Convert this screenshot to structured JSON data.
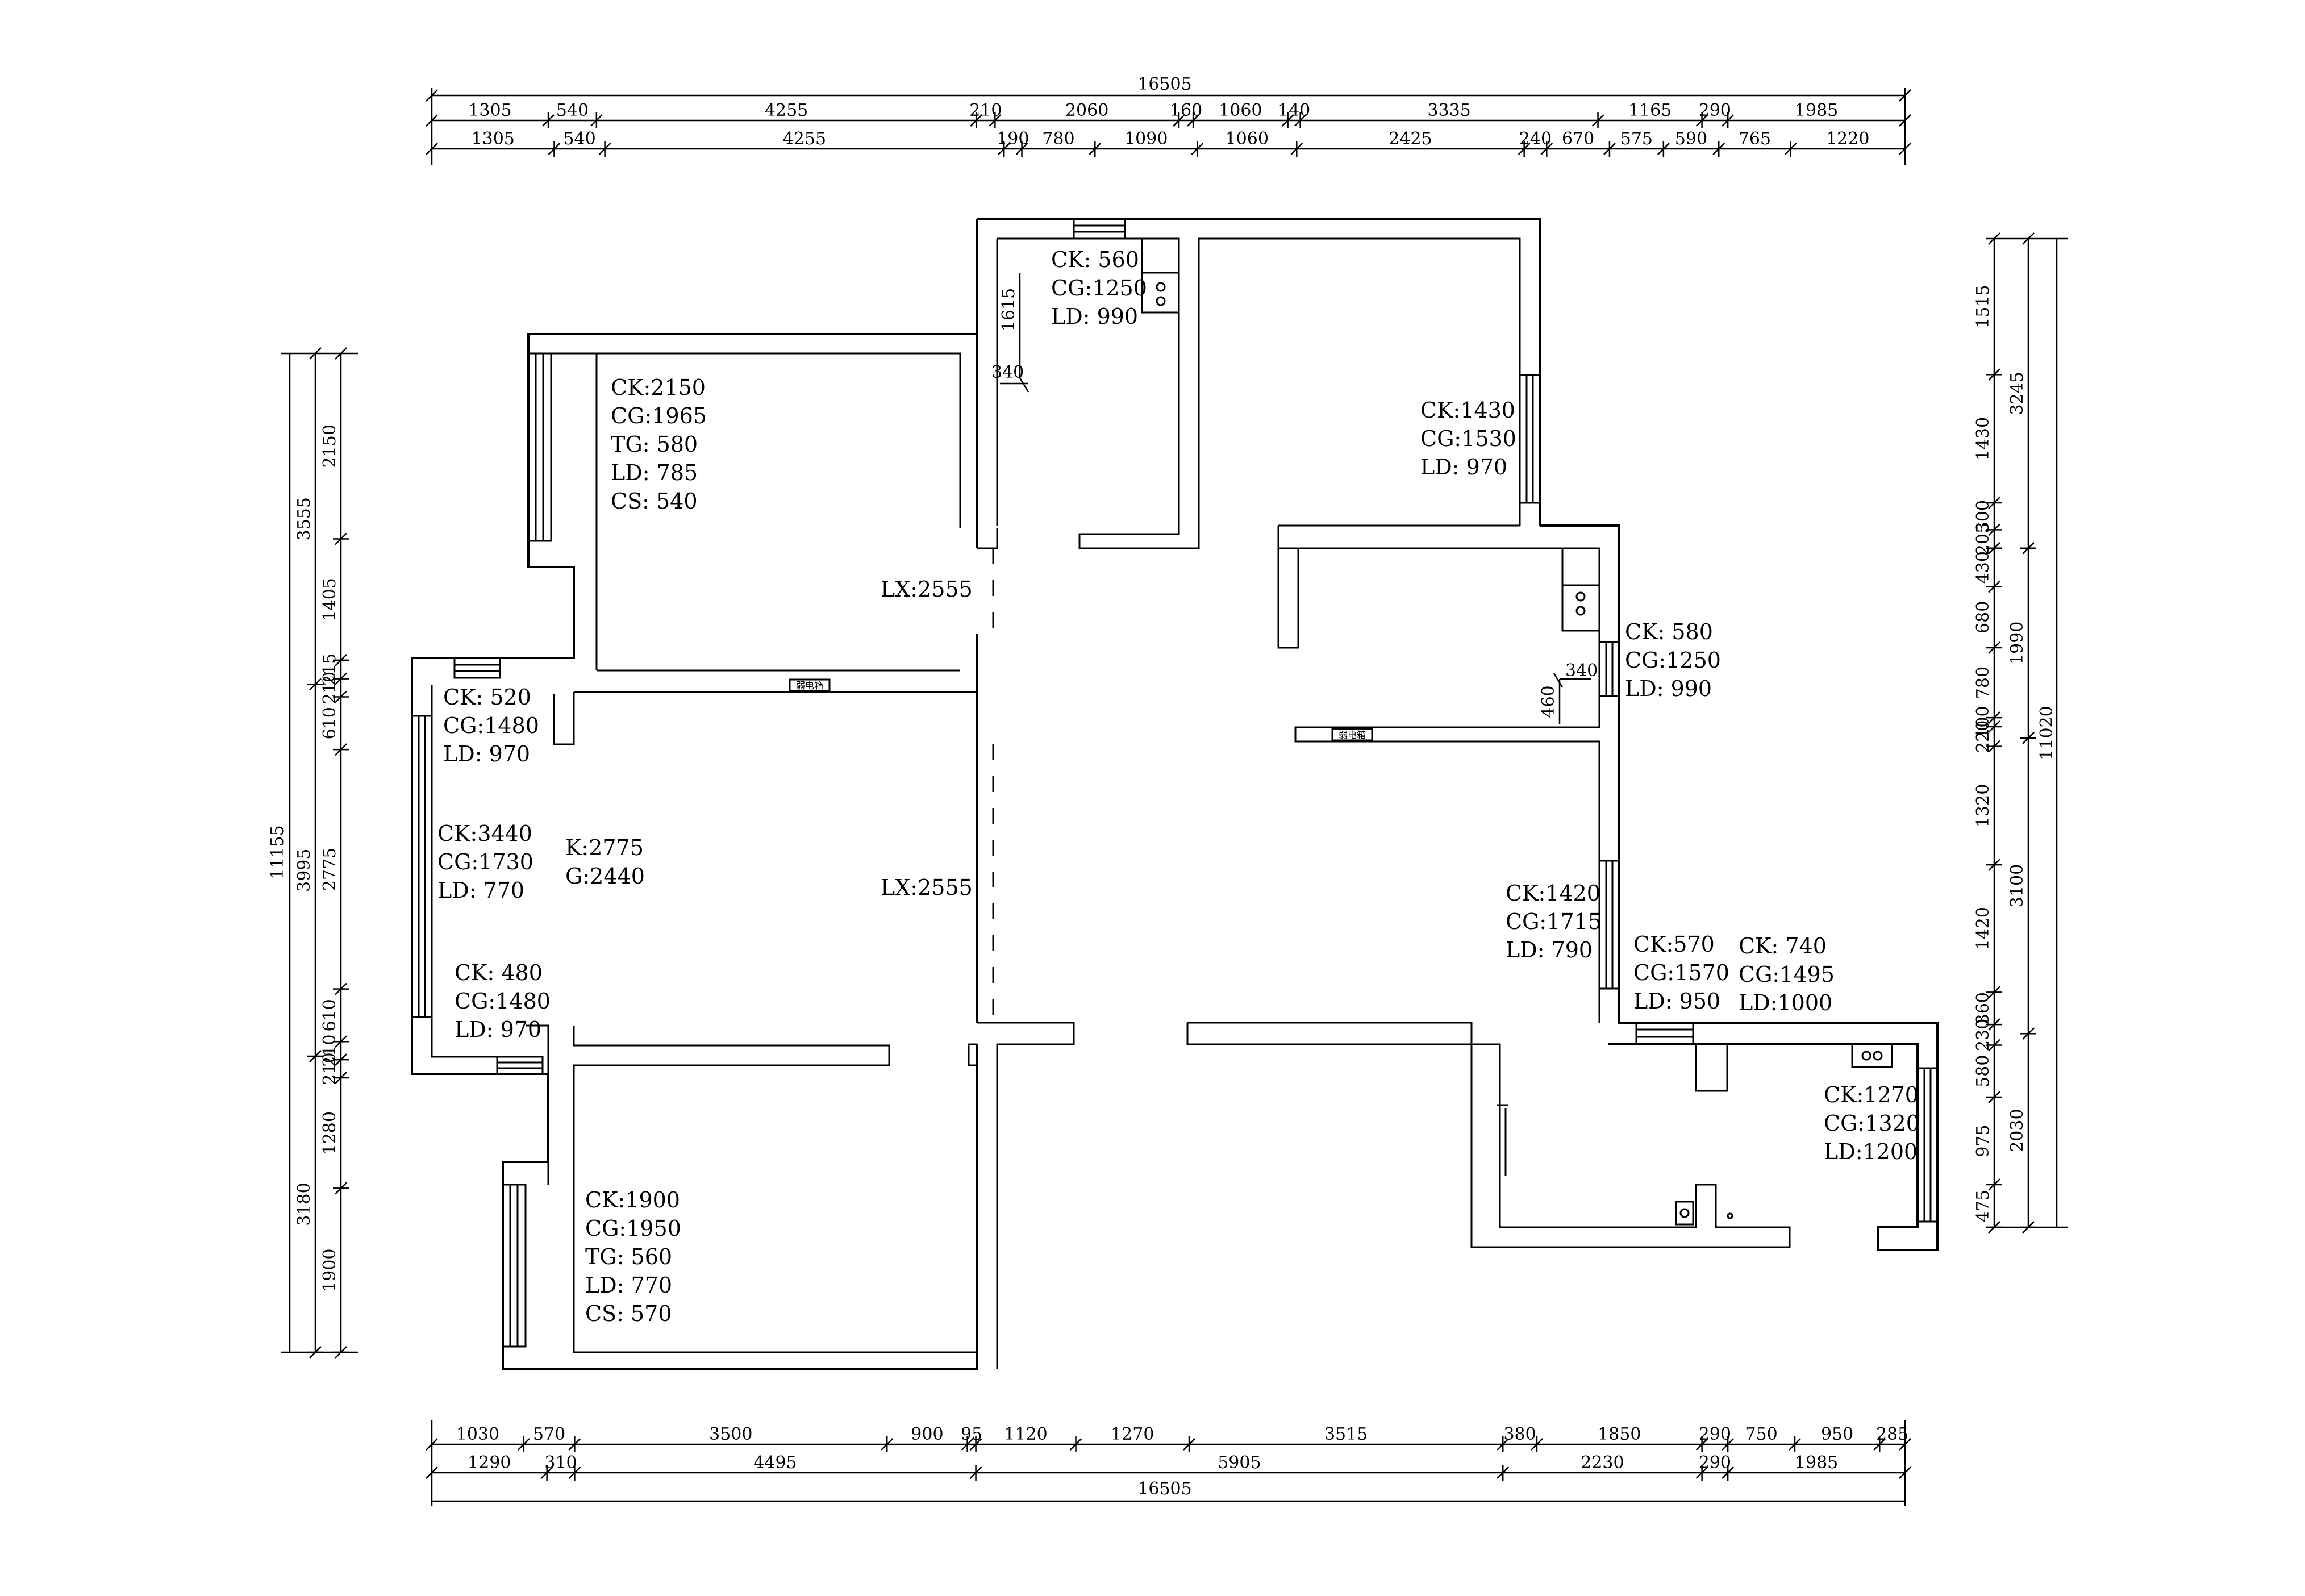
{
  "dims": {
    "top_total": "16505",
    "top_row1": [
      "1305",
      "540",
      "4255",
      "210",
      "2060",
      "160",
      "1060",
      "140",
      "3335",
      "1165",
      "290",
      "1985"
    ],
    "top_row2": [
      "1305",
      "540",
      "4255",
      "190",
      "780",
      "1090",
      "1060",
      "2425",
      "240",
      "670",
      "575",
      "590",
      "765",
      "1220"
    ],
    "bottom_row1": [
      "1030",
      "570",
      "3500",
      "900",
      "95",
      "1120",
      "1270",
      "3515",
      "380",
      "1850",
      "290",
      "750",
      "950",
      "285"
    ],
    "bottom_row2": [
      "1290",
      "310",
      "4495",
      "5905",
      "2230",
      "290",
      "1985"
    ],
    "bottom_total": "16505",
    "left_total": "11155",
    "left_group": [
      "3555",
      "3995",
      "3180"
    ],
    "left_detail": [
      "2150",
      "1405",
      "215",
      "210",
      "610",
      "2775",
      "610",
      "210",
      "210",
      "1280",
      "1900"
    ],
    "right_total": "11020",
    "right_group": [
      "3245",
      "1990",
      "3100",
      "2030"
    ],
    "right_detail": [
      "1515",
      "1430",
      "300",
      "205",
      "430",
      "680",
      "780",
      "100",
      "220",
      "1320",
      "1420",
      "360",
      "230",
      "580",
      "975",
      "475"
    ],
    "inner": [
      "1615",
      "340",
      "340",
      "460"
    ]
  },
  "rooms": {
    "bedroom_top_left": [
      "CK:2150",
      "CG:1965",
      "TG: 580",
      "LD: 785",
      "CS: 540"
    ],
    "bath_top": [
      "CK: 560",
      "CG:1250",
      "LD: 990"
    ],
    "bedroom_top_right": [
      "CK:1430",
      "CG:1530",
      "LD: 970"
    ],
    "bath_right": [
      "CK: 580",
      "CG:1250",
      "LD: 990"
    ],
    "left_small_top": [
      "CK: 520",
      "CG:1480",
      "LD: 970"
    ],
    "left_window_bay": [
      "CK:3440",
      "CG:1730",
      "LD: 770"
    ],
    "study_kg": [
      "K:2775",
      "G:2440"
    ],
    "left_small_bottom": [
      "CK: 480",
      "CG:1480",
      "LD: 970"
    ],
    "bedroom_bottom_left": [
      "CK:1900",
      "CG:1950",
      "TG: 560",
      "LD: 770",
      "CS: 570"
    ],
    "living_right": [
      "CK:1420",
      "CG:1715",
      "LD: 790"
    ],
    "kitchen_a": [
      "CK:570",
      "CG:1570",
      "LD: 950"
    ],
    "kitchen_b": [
      "CK: 740",
      "CG:1495",
      "LD:1000"
    ],
    "balcony": [
      "CK:1270",
      "CG:1320",
      "LD:1200"
    ],
    "corridor_upper": "LX:2555",
    "corridor_lower": "LX:2555"
  },
  "tags": [
    "弱电箱",
    "弱电箱"
  ]
}
